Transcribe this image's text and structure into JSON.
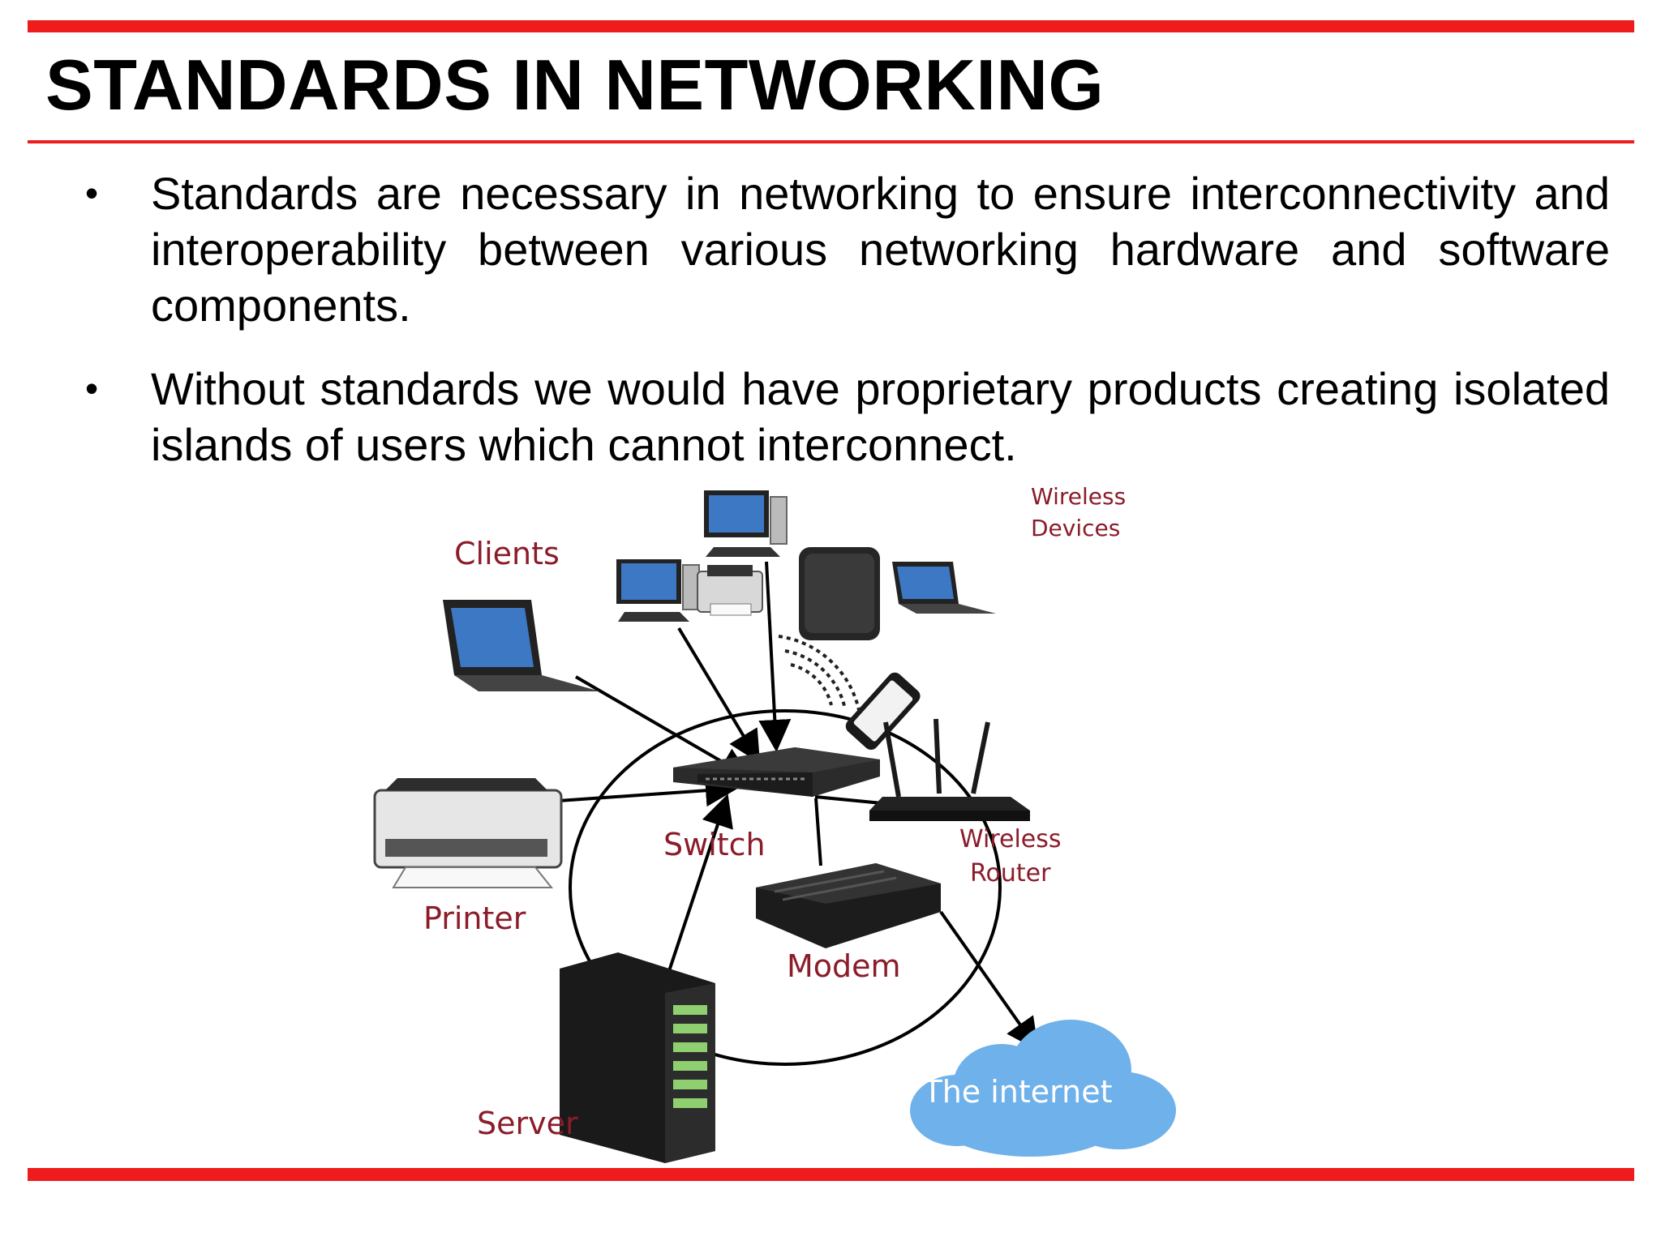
{
  "slide": {
    "title": "STANDARDS IN NETWORKING",
    "bullets": [
      "Standards are necessary in networking to ensure interconnectivity and interoperability between various networking hardware and software components.",
      "Without standards we would have proprietary products creating isolated islands of users which cannot interconnect."
    ]
  },
  "diagram": {
    "labels": {
      "clients": "Clients",
      "wireless_devices_line1": "Wireless",
      "wireless_devices_line2": "Devices",
      "switch": "Switch",
      "wireless_router_line1": "Wireless",
      "wireless_router_line2": "Router",
      "printer": "Printer",
      "modem": "Modem",
      "server": "Server",
      "internet": "The internet"
    }
  },
  "colors": {
    "accent": "#ee1c1c",
    "label": "#8b1c2a",
    "cloud": "#6fb1ea"
  }
}
